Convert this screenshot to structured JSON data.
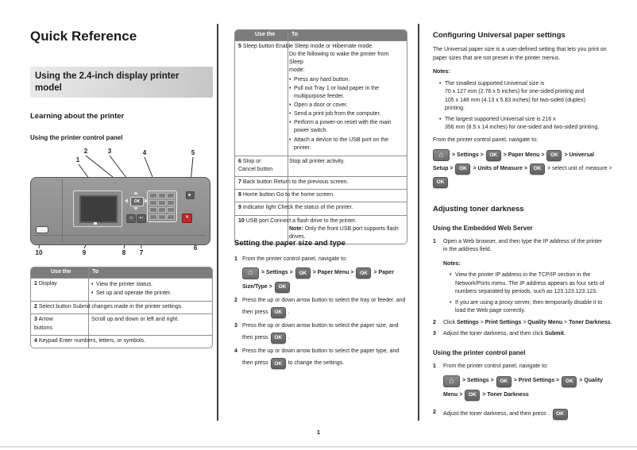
{
  "ok_label": "OK",
  "page": {
    "number": "1"
  },
  "col1": {
    "title": "Quick Reference",
    "box_heading": "Using the 2.4-inch display printer model",
    "section_heading": "Learning about the printer",
    "sub_heading": "Using the printer control panel",
    "callouts": [
      "1",
      "2",
      "3",
      "4",
      "5",
      "6",
      "7",
      "8",
      "9",
      "10"
    ],
    "table": {
      "col1_header": "Use the",
      "col2_header": "To",
      "r1_num": "1",
      "r1_label": "Display",
      "r1_b1": "View the printer status.",
      "r1_b2": "Set up and operate the printer.",
      "r2_num": "2",
      "r2_text": "Select button Submit changes made in the printer settings.",
      "r3_num": "3",
      "r3_label": "Arrow\nbuttons",
      "r3_desc": "Scroll up and down or left and right.",
      "r4_num": "4",
      "r4_text": "Keypad Enter numbers, letters, or symbols."
    }
  },
  "col2": {
    "table": {
      "col1_header": "Use the",
      "col2_header": "To",
      "r5_num": "5",
      "r5_lead": "Sleep button Enable Sleep mode or Hibernate mode.",
      "r5_para": "Do the following to wake the printer from Sleep\nmode:",
      "r5_b1": "Press any hard button.",
      "r5_b2": "Pull out Tray 1 or load paper in the\nmultipurpose feeder.",
      "r5_b3": "Open a door or cover.",
      "r5_b4": "Send a print job from the computer.",
      "r5_b5": "Perform a power-on reset with the main\npower switch.",
      "r5_b6": "Attach a device to the USB port on the\nprinter.",
      "r6_num": "6",
      "r6_label": "Stop or\nCancel button",
      "r6_desc": "Stop all printer activity.",
      "r7_num": "7",
      "r7_text": "Back button Return to the previous screen.",
      "r8_num": "8",
      "r8_text": "Home button Go to the home screen.",
      "r9_num": "9",
      "r9_text": "Indicator light Check the status of the printer.",
      "r10_num": "10",
      "r10_text": "USB port Connect a flash drive to the printer.",
      "r10_note_label": "Note:",
      "r10_note": "Only the front USB port supports flash\ndrives."
    },
    "section_heading": "Setting the paper size and type",
    "s1_num": "1",
    "s1_text": "From the printer control panel, navigate to:",
    "nav_paper": [
      {
        "type": "home"
      },
      {
        "type": "text",
        "t": "> Settings >",
        "b": true
      },
      {
        "type": "ok"
      },
      {
        "type": "text",
        "t": "> Paper Menu >",
        "b": true
      },
      {
        "type": "ok"
      },
      {
        "type": "text",
        "t": "> Paper",
        "b": true
      },
      {
        "type": "text",
        "t": "Size/Type >",
        "b": true
      },
      {
        "type": "ok"
      }
    ],
    "s2_num": "2",
    "s2_text": "Press the up or down arrow button to select the tray or feeder, and",
    "s2_cont": "then press",
    "s2_after": ".",
    "s3_num": "3",
    "s3_text": "Press the up or down arrow button to select the paper size, and",
    "s3_cont": "then press",
    "s3_after": ".",
    "s4_num": "4",
    "s4_text": "Press the up or down arrow button to select the paper type, and",
    "s4_cont": "then press",
    "s4_after": "to change the settings."
  },
  "col3": {
    "h_universal": "Configuring Universal paper settings",
    "p_universal": "The Universal paper size is a user-defined setting that lets you print on\npaper sizes that are not preset in the printer menus.",
    "notes_label": "Notes:",
    "note1": "The smallest supported Universal size is\n70 x 127 mm (2.76 x 5 inches) for one-sided printing and\n105 x 148 mm (4.13 x 5.83 inches) for two-sided (duplex)\nprinting.",
    "note2": "The largest supported Universal size is 216 x\n356 mm (8.5 x 14 inches) for one-sided and two-sided printing.",
    "p_navigate": "From the printer control panel, navigate to:",
    "nav_universal": [
      {
        "type": "home"
      },
      {
        "type": "text",
        "t": "> Settings >",
        "b": true
      },
      {
        "type": "ok"
      },
      {
        "type": "text",
        "t": "> Paper Menu >",
        "b": true
      },
      {
        "type": "ok"
      },
      {
        "type": "text",
        "t": "> Universal",
        "b": true
      },
      {
        "type": "text",
        "t": "Setup >",
        "b": true
      },
      {
        "type": "ok"
      },
      {
        "type": "text",
        "t": "> Units of Measure >",
        "b": true
      },
      {
        "type": "ok"
      },
      {
        "type": "text",
        "t": "> select unit of",
        "b": false
      },
      {
        "type": "text",
        "t": "measure >",
        "b": false
      },
      {
        "type": "ok"
      }
    ],
    "h_toner": "Adjusting toner darkness",
    "h_ews": "Using the Embedded Web Server",
    "t1_num": "1",
    "t1_text": "Open a Web browser, and then type the IP address of the printer\nin the address field.",
    "t1_notes_label": "Notes:",
    "t1_note1": "View the printer IP address in the TCP/IP section in the\nNetwork/Ports menu. The IP address appears as four sets of\nnumbers separated by periods, such as 123.123.123.123.",
    "t1_note2": "If you are using a proxy server, then temporarily disable it to\nload the Web page correctly.",
    "t2_num": "2",
    "t2_rich": [
      {
        "t": "Click "
      },
      {
        "t": "Settings",
        "b": true
      },
      {
        "t": " > "
      },
      {
        "t": "Print Settings",
        "b": true
      },
      {
        "t": " > "
      },
      {
        "t": "Quality Menu",
        "b": true
      },
      {
        "t": " > "
      },
      {
        "t": "Toner Darkness",
        "b": true
      },
      {
        "t": "."
      }
    ],
    "t3_num": "3",
    "t3_rich": [
      {
        "t": "Adjust the toner darkness, and then click "
      },
      {
        "t": "Submit",
        "b": true
      },
      {
        "t": "."
      }
    ],
    "h_cp": "Using the printer control panel",
    "c1_num": "1",
    "c1_text": "From the printer control panel, navigate to:",
    "nav_quality": [
      {
        "type": "home"
      },
      {
        "type": "text",
        "t": "> Settings >",
        "b": true
      },
      {
        "type": "ok"
      },
      {
        "type": "text",
        "t": "> Print Settings >",
        "b": true
      },
      {
        "type": "ok"
      },
      {
        "type": "text",
        "t": "> Quality",
        "b": true
      },
      {
        "type": "text",
        "t": "Menu >",
        "b": true
      },
      {
        "type": "ok"
      },
      {
        "type": "text",
        "t": "> Toner Darkness",
        "b": true
      }
    ],
    "c2_num": "2",
    "c2_text": "Adjust the toner darkness, and then press",
    "c2_after": "."
  }
}
